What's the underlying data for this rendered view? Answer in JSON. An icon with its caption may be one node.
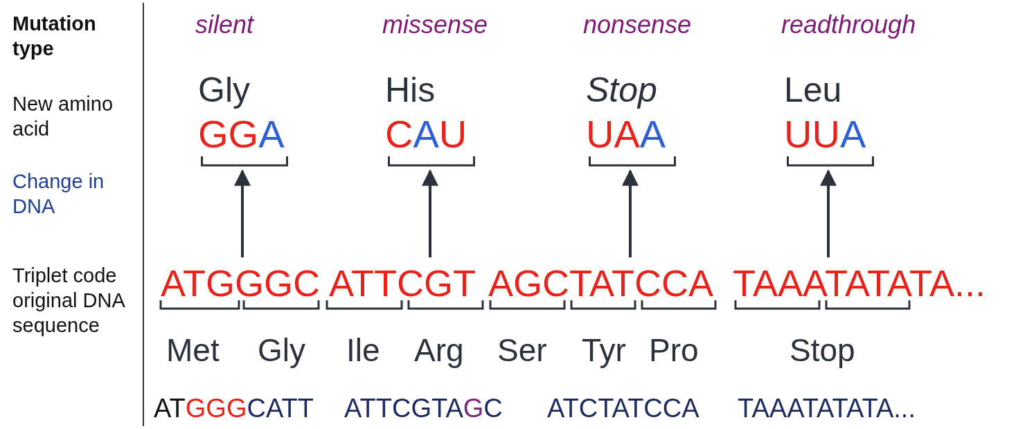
{
  "diagram": {
    "nodes": [
      {
        "text": [
          "Gly",
          "GGA"
        ],
        "beside": [
          "silent"
        ]
      },
      {
        "text": [
          "His",
          "CAU"
        ],
        "beside": [
          "missense"
        ]
      },
      {
        "text": [
          "Stop",
          "UAA"
        ],
        "beside": [
          "nonsense"
        ]
      },
      {
        "text": [
          "Leu",
          "UUA"
        ],
        "beside": [
          "readthrough"
        ]
      }
    ],
    "edges": [
      {
        "from": null,
        "to": 0,
        "arrow": "to"
      },
      {
        "from": null,
        "to": 1,
        "arrow": "to"
      },
      {
        "from": null,
        "to": 2,
        "arrow": "to"
      },
      {
        "from": null,
        "to": 3,
        "arrow": "to"
      }
    ],
    "labels": [
      "Mutation type",
      "New amino acid",
      "Change in DNA",
      "Triplet code original DNA sequence",
      "ATGGGC",
      "ATTCGT",
      "AGCTATCCA",
      "TAAATATATA...",
      "Met",
      "Gly",
      "Ile",
      "Arg",
      "Ser",
      "Tyr",
      "Pro",
      "Stop",
      "ATGGGCATT",
      "ATTCGTAGC",
      "ATCTATCCA",
      "TAAATATATA..."
    ]
  }
}
